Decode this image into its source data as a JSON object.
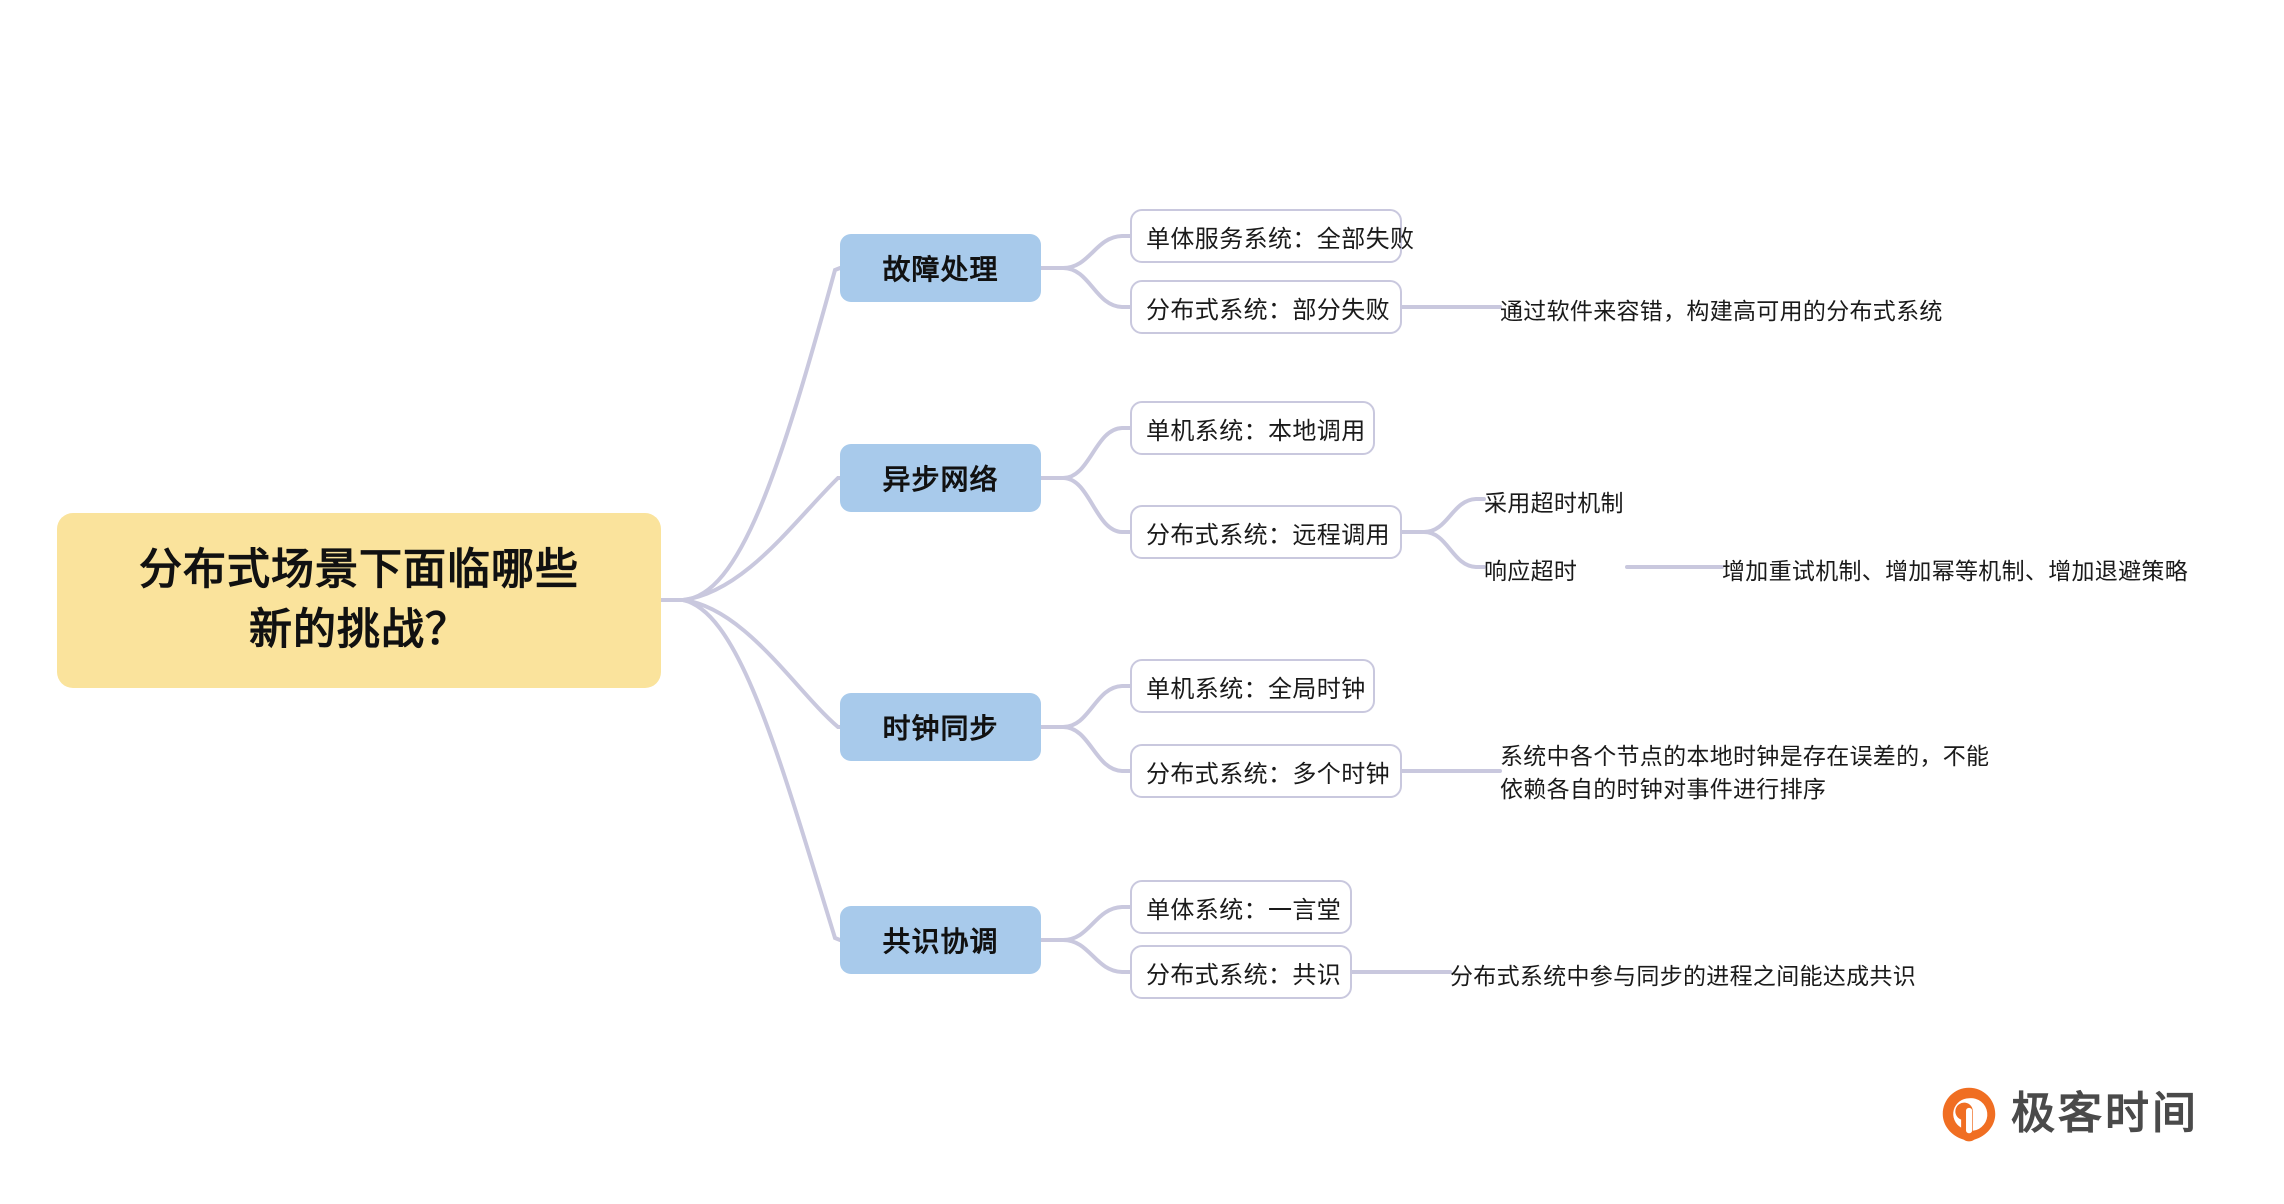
{
  "diagram": {
    "type": "mindmap",
    "title": "分布式场景下面临哪些新的挑战？",
    "root": {
      "label_line1": "分布式场景下面临哪些",
      "label_line2": "新的挑战？",
      "color": "#fae39c"
    },
    "branch_color": "#a8caeb",
    "wire_color": "#c9c8de",
    "leaf_border_color": "#c9c8de",
    "branches": [
      {
        "label": "故障处理",
        "leaves": [
          {
            "label": "单体服务系统：全部失败",
            "notes": []
          },
          {
            "label": "分布式系统：部分失败",
            "notes": [
              "通过软件来容错，构建高可用的分布式系统"
            ]
          }
        ]
      },
      {
        "label": "异步网络",
        "leaves": [
          {
            "label": "单机系统：本地调用",
            "notes": []
          },
          {
            "label": "分布式系统：远程调用",
            "notes": [
              "采用超时机制",
              "响应超时"
            ],
            "detail": "增加重试机制、增加幂等机制、增加退避策略"
          }
        ]
      },
      {
        "label": "时钟同步",
        "leaves": [
          {
            "label": "单机系统：全局时钟",
            "notes": []
          },
          {
            "label": "分布式系统：多个时钟",
            "notes": [
              "系统中各个节点的本地时钟是存在误差的，不能\n依赖各自的时钟对事件进行排序"
            ]
          }
        ]
      },
      {
        "label": "共识协调",
        "leaves": [
          {
            "label": "单体系统：一言堂",
            "notes": []
          },
          {
            "label": "分布式系统：共识",
            "notes": [
              "分布式系统中参与同步的进程之间能达成共识"
            ]
          }
        ]
      }
    ]
  },
  "brand": {
    "name": "极客时间",
    "mark_color": "#f06e22",
    "text_color": "#4a4a4a"
  }
}
